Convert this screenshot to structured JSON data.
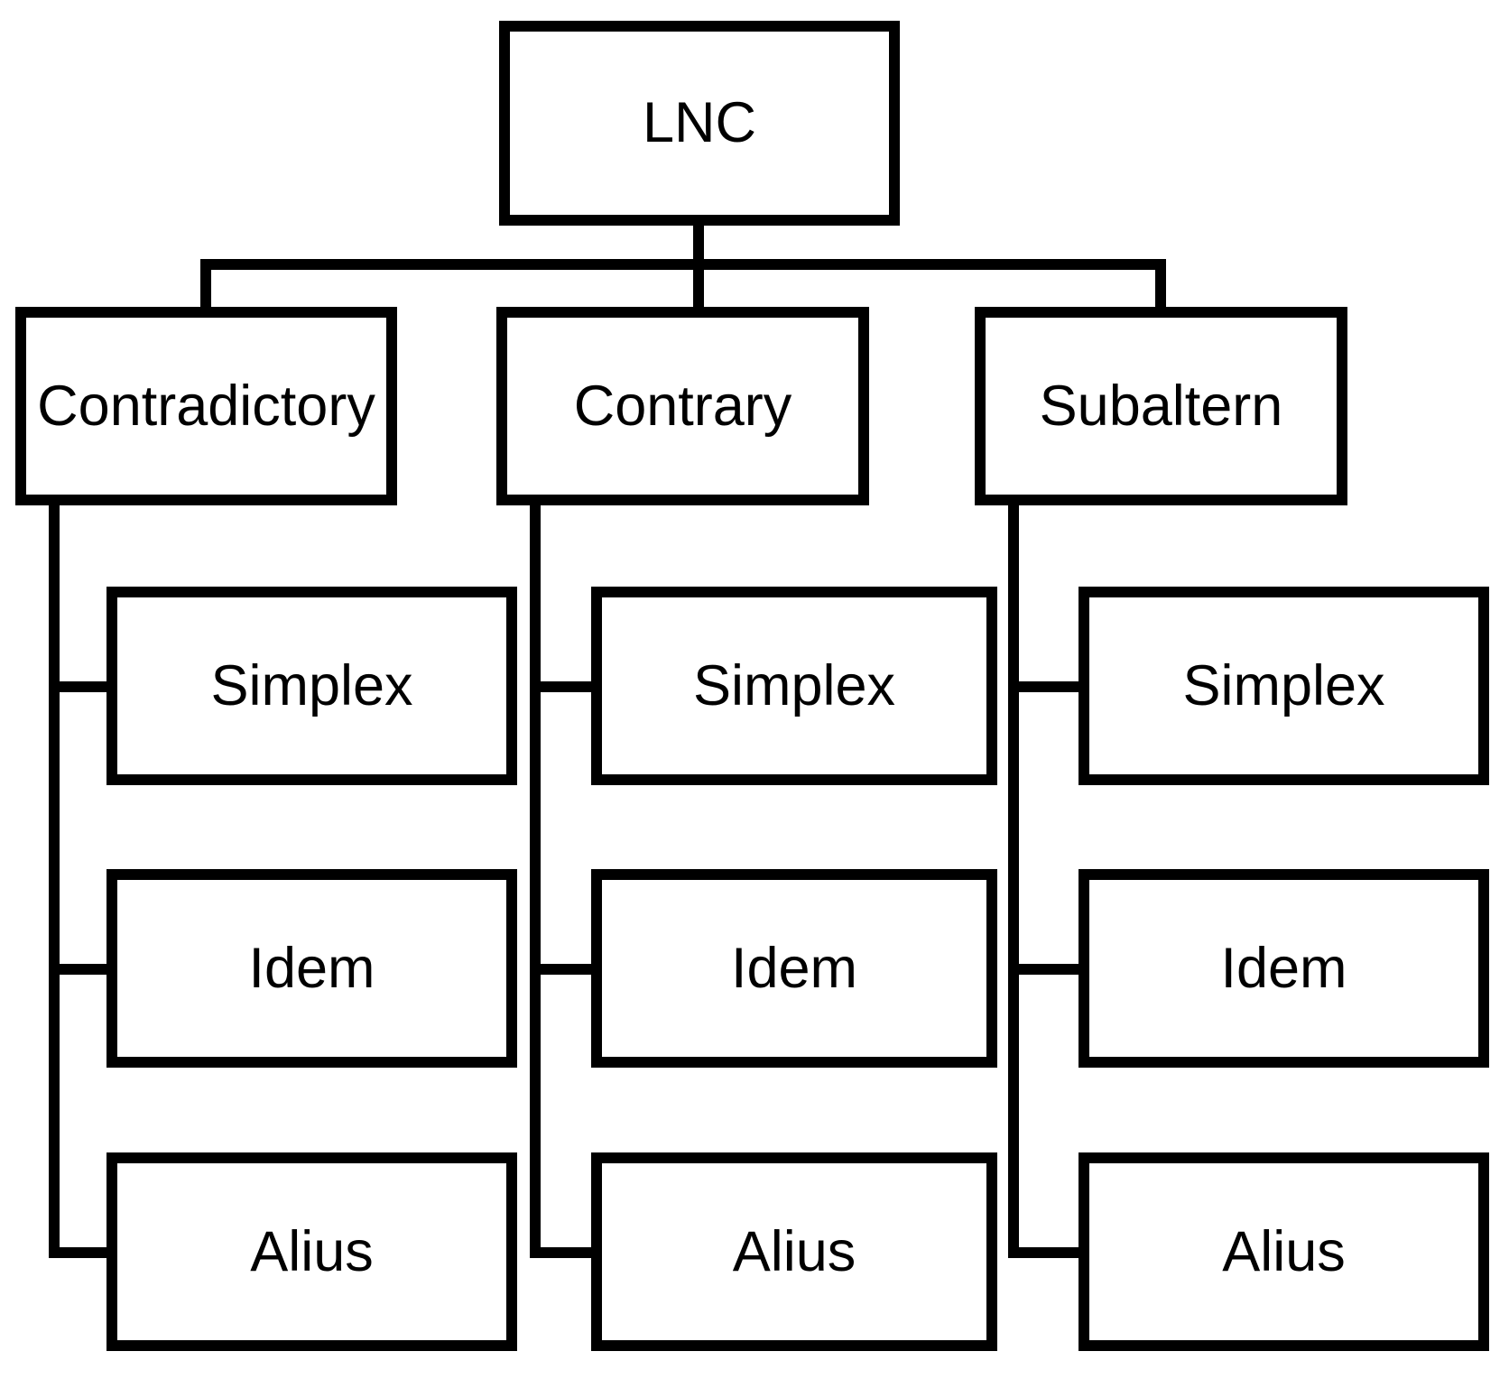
{
  "diagram": {
    "type": "tree",
    "background_color": "#ffffff",
    "line_color": "#000000",
    "box_fill_color": "#ffffff",
    "box_border_color": "#000000",
    "text_color": "#000000",
    "root": {
      "label": "LNC"
    },
    "branches": [
      {
        "label": "Contradictory",
        "children": [
          {
            "label": "Simplex"
          },
          {
            "label": "Idem"
          },
          {
            "label": "Alius"
          }
        ]
      },
      {
        "label": "Contrary",
        "children": [
          {
            "label": "Simplex"
          },
          {
            "label": "Idem"
          },
          {
            "label": "Alius"
          }
        ]
      },
      {
        "label": "Subaltern",
        "children": [
          {
            "label": "Simplex"
          },
          {
            "label": "Idem"
          },
          {
            "label": "Alius"
          }
        ]
      }
    ]
  }
}
